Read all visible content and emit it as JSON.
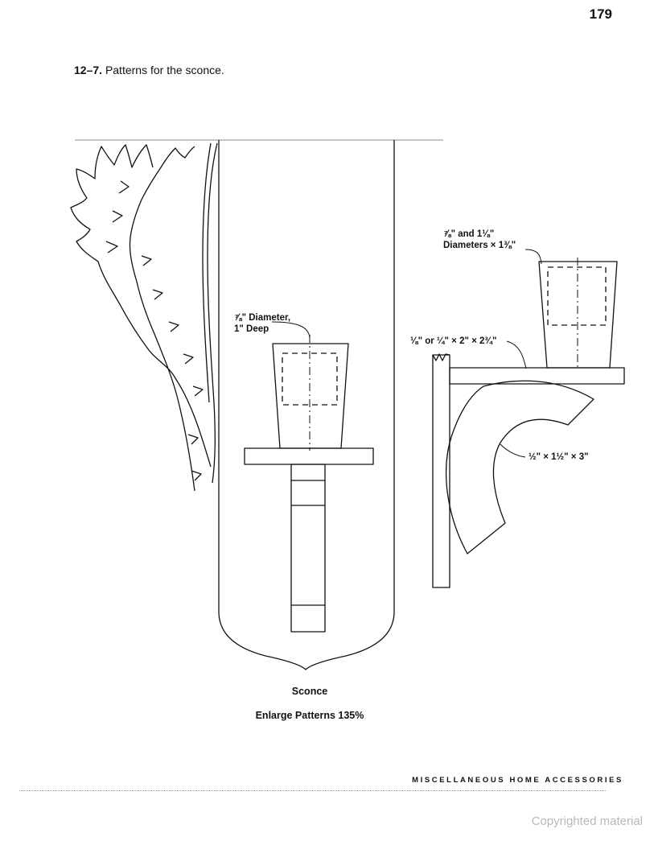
{
  "page_number": "179",
  "caption": {
    "number": "12–7.",
    "text": "Patterns for the sconce."
  },
  "labels": {
    "holder_bore": [
      "⅞\" Diameter,",
      "1\" Deep"
    ],
    "side_bore": [
      "⅞\" and 1⅛\"",
      "Diameters × 1⅜\""
    ],
    "shelf": "⅛\" or ¼\" × 2\" × 2¾\"",
    "bracket": "½\" × 1½\" × 3\""
  },
  "sconce_title": "Sconce",
  "enlarge_note": "Enlarge Patterns 135%",
  "footer_text": "MISCELLANEOUS HOME ACCESSORIES",
  "copyright": "Copyrighted material"
}
